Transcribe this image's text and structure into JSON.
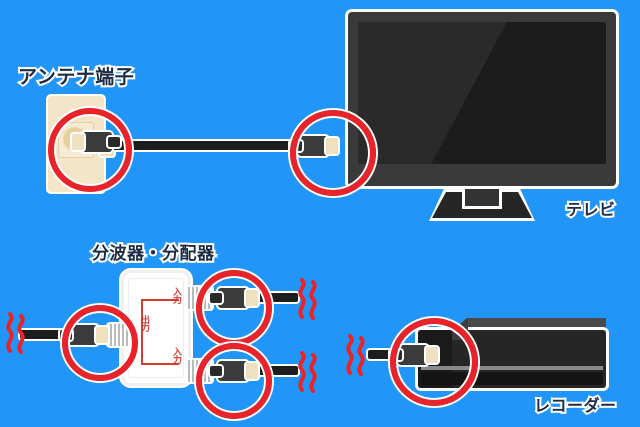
{
  "diagram": {
    "title_hidden": "",
    "background_color": "#2196f8",
    "highlight_color": "#e8232a",
    "labels": {
      "antenna_terminal": "アンテナ端子",
      "tv": "テレビ",
      "splitter": "分波器・分配器",
      "recorder": "レコーダー"
    },
    "splitter_ports": {
      "output": "出力",
      "input_top": "入力",
      "input_bottom": "入力"
    },
    "components": [
      {
        "name": "wall-antenna-outlet",
        "label": "アンテナ端子"
      },
      {
        "name": "television",
        "label": "テレビ"
      },
      {
        "name": "splitter-divider",
        "label": "分波器・分配器"
      },
      {
        "name": "recorder",
        "label": "レコーダー"
      }
    ],
    "icons": {
      "vibration_marks": "squiggle-icon",
      "highlight_ring": "red-circle-highlight-icon",
      "connector_male": "coaxial-male-connector-icon",
      "connector_female": "coaxial-female-connector-icon"
    }
  }
}
